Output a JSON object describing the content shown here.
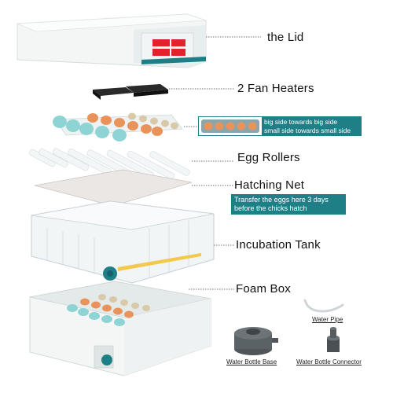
{
  "labels": {
    "lid": "the Lid",
    "fan_heaters": "2 Fan Heaters",
    "egg_rollers": "Egg Rollers",
    "hatching_net": "Hatching Net",
    "incubation_tank": "Incubation Tank",
    "foam_box": "Foam Box"
  },
  "callouts": {
    "egg_direction_line1": "big side towards big side",
    "egg_direction_line2": "small side towards small side",
    "hatching_line1": "Transfer the eggs here 3 days",
    "hatching_line2": "before the chicks hatch"
  },
  "accessories": {
    "water_pipe": "Water Pipe",
    "water_bottle_base": "Water Bottle Base",
    "water_bottle_connector": "Water Bottle Connector"
  },
  "colors": {
    "teal": "#1f7f86",
    "egg_orange": "#e9935a",
    "egg_aqua": "#8fd4d4",
    "display_red": "#e0222a"
  }
}
